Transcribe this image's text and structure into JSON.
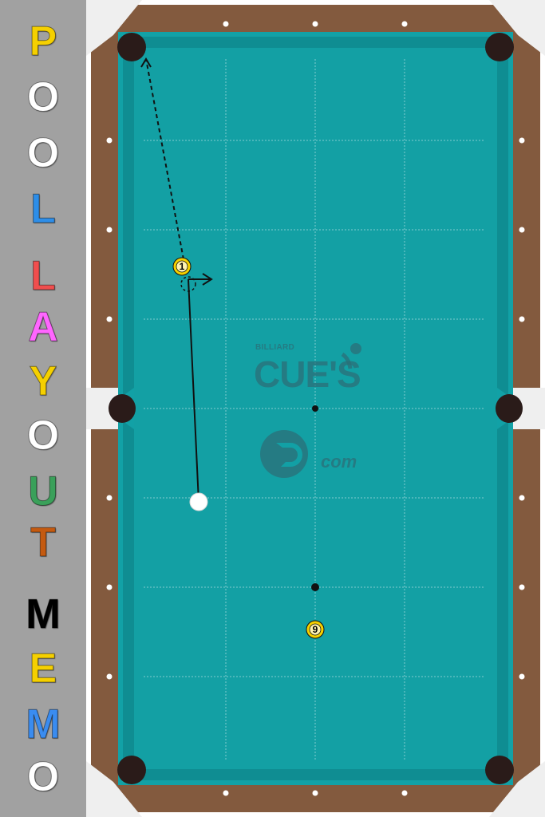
{
  "app": {
    "title_letters": [
      "P",
      "O",
      "O",
      "L",
      "L",
      "A",
      "Y",
      "O",
      "U",
      "T",
      "M",
      "E",
      "M",
      "O"
    ],
    "title_colors": [
      "#f5d000",
      "#ffffff",
      "#ffffff",
      "#2e8ee8",
      "#f04e4e",
      "#ff66ff",
      "#f5d000",
      "#ffffff",
      "#3aa05a",
      "#c45a10",
      "#000000",
      "#000000",
      "#f5d000",
      "#3a8cf0",
      "#ffffff"
    ]
  },
  "watermark": {
    "billiard": "BILLIARD",
    "cues": "CUE'S",
    "com": "com"
  },
  "table": {
    "cloth_color": "#12a1a6",
    "rail_color": "#835a3e",
    "cushion_color": "#0f8d92",
    "pocket_color": "#2a1b19"
  },
  "balls": [
    {
      "id": "cue",
      "label": ""
    },
    {
      "id": "one",
      "label": "1"
    },
    {
      "id": "nine",
      "label": "9"
    }
  ]
}
